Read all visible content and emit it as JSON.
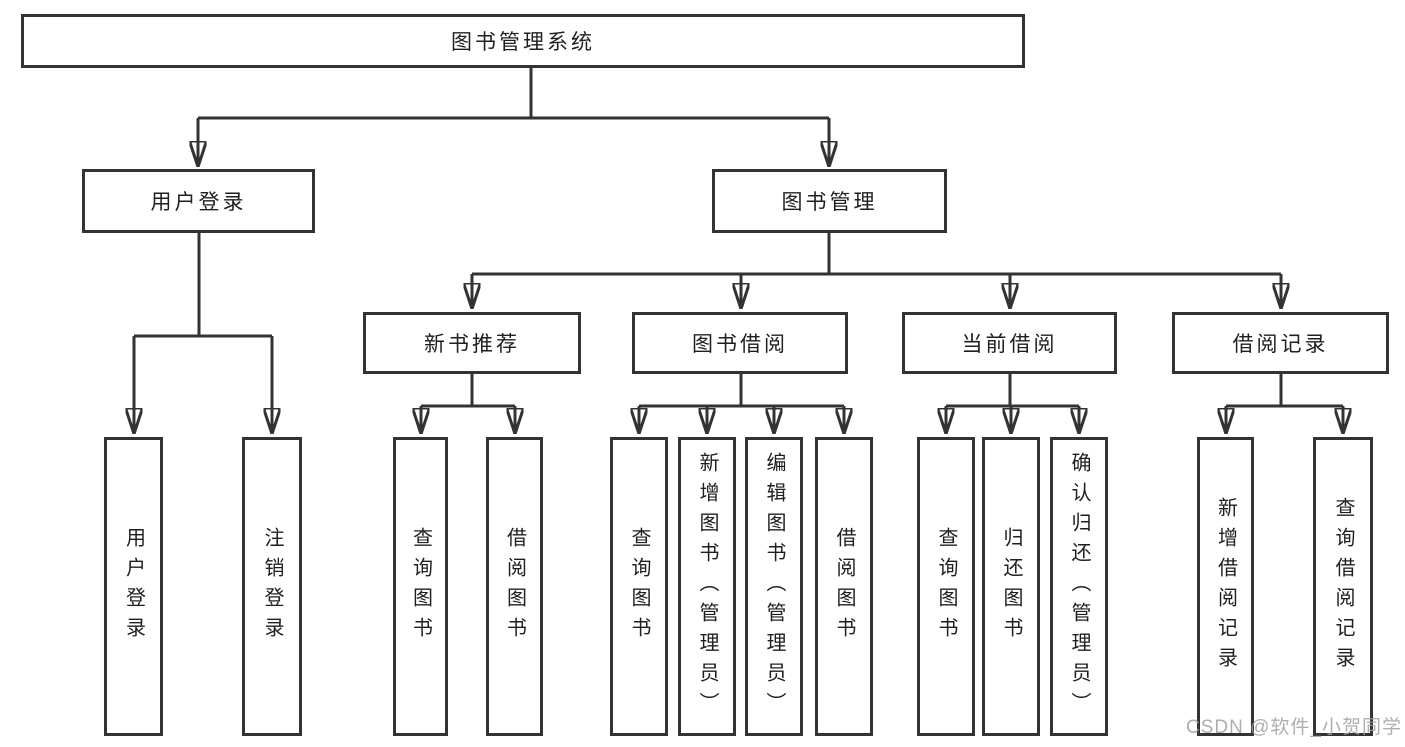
{
  "colors": {
    "line": "#333333",
    "box_border": "#333333",
    "box_fill": "#ffffff",
    "text": "#1f1f1f",
    "watermark": "#a0a0a0"
  },
  "watermark": {
    "text": "CSDN @软件_小贺同学"
  },
  "tree": {
    "root": {
      "label": "图书管理系统",
      "children": [
        {
          "label": "用户登录",
          "children": [
            {
              "label": "用户登录"
            },
            {
              "label": "注销登录"
            }
          ]
        },
        {
          "label": "图书管理",
          "children": [
            {
              "label": "新书推荐",
              "children": [
                {
                  "label": "查询图书"
                },
                {
                  "label": "借阅图书"
                }
              ]
            },
            {
              "label": "图书借阅",
              "children": [
                {
                  "label": "查询图书"
                },
                {
                  "label": "新增图书（管理员）"
                },
                {
                  "label": "编辑图书（管理员）"
                },
                {
                  "label": "借阅图书"
                }
              ]
            },
            {
              "label": "当前借阅",
              "children": [
                {
                  "label": "查询图书"
                },
                {
                  "label": "归还图书"
                },
                {
                  "label": "确认归还（管理员）"
                }
              ]
            },
            {
              "label": "借阅记录",
              "children": [
                {
                  "label": "新增借阅记录"
                },
                {
                  "label": "查询借阅记录"
                }
              ]
            }
          ]
        }
      ]
    }
  }
}
